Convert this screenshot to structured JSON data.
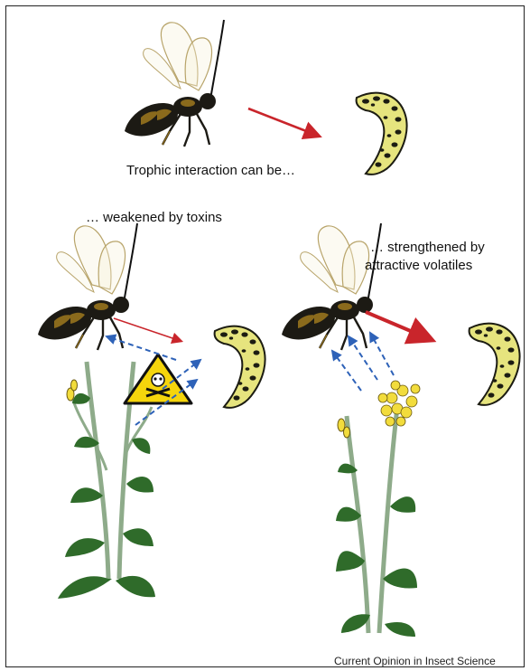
{
  "diagram": {
    "caption_top": "Trophic interaction can be…",
    "caption_left": "… weakened by toxins",
    "caption_right_line1": "… strengthened by",
    "caption_right_line2": "attractive volatiles",
    "source_credit": "Current Opinion in Insect Science"
  },
  "colors": {
    "arrow_red": "#c9252b",
    "arrow_blue": "#2e62b8",
    "plant_green": "#2f6b2a",
    "stem_green": "#8eab8a",
    "caterpillar_yellow": "#e6e47e",
    "flower_yellow": "#f2dc3c",
    "warning_yellow": "#f5d50c",
    "wasp_body": "#1c1a14",
    "wasp_band": "#8a6a1c"
  }
}
